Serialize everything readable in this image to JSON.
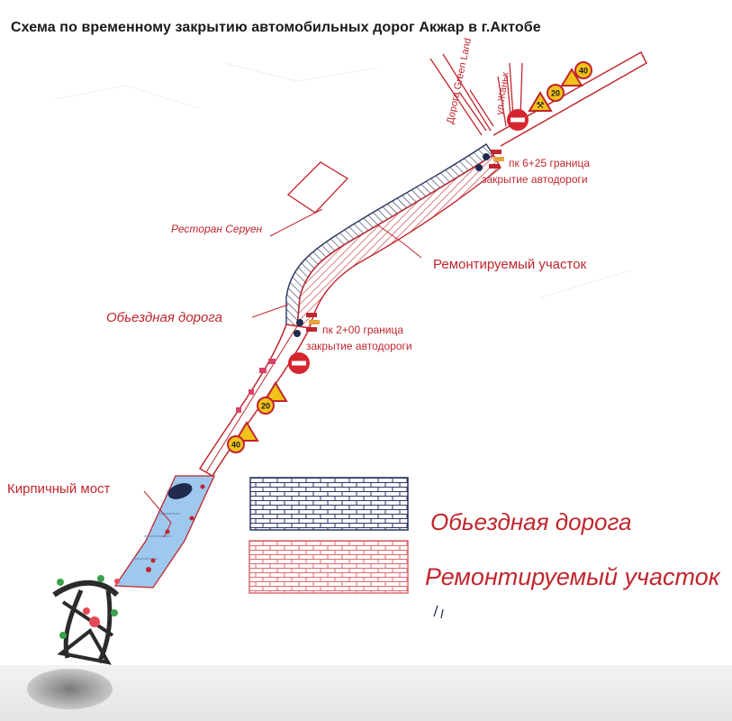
{
  "title": "Схема по временному закрытию автомобильных дорог Акжар в г.Актобе",
  "labels": {
    "green_land_road": "Дорога Green Land",
    "zhanyk_street": "ул.Жаньк",
    "pk625_line1": "пк 6+25 граница",
    "pk625_line2": "закрытие автодороги",
    "restaurant": "Ресторан Серуен",
    "repair_section": "Ремонтируемый участок",
    "detour_road": "Обьездная дорога",
    "pk200_line1": "пк 2+00 граница",
    "pk200_line2": "закрытие автодороги",
    "brick_bridge": "Кирпичный мост"
  },
  "signs": {
    "speed_20": "20",
    "speed_40": "40"
  },
  "legend": {
    "detour_label": "Обьездная дорога",
    "repair_label": "Ремонтируемый участок"
  },
  "colors": {
    "repair_red": "#c0262d",
    "detour_navy": "#1f2a4d",
    "bridge_blue": "#9ec8ee",
    "sign_yellow": "#f2c21b"
  }
}
